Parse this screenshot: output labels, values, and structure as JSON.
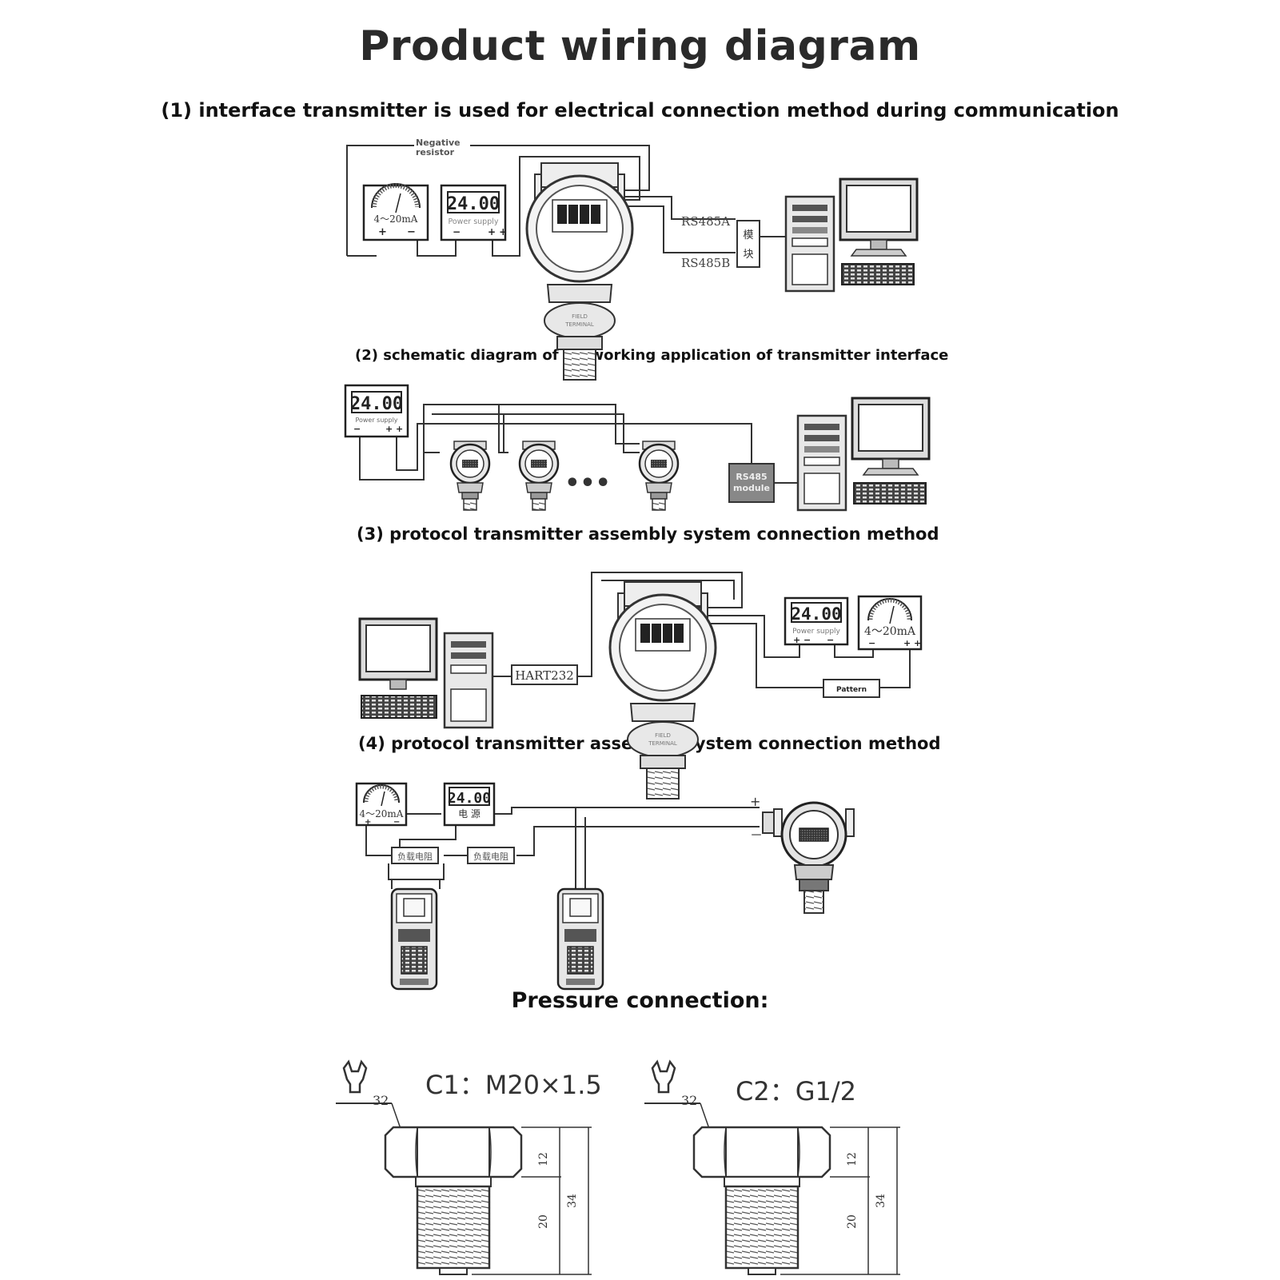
{
  "title": "Product wiring diagram",
  "sections": {
    "s1": "(1) interface transmitter is used for electrical connection method during communication",
    "s2": "(2) schematic diagram of networking application of transmitter interface",
    "s3": "(3) protocol transmitter assembly system connection method",
    "s4": "(4) protocol transmitter assembly system connection method",
    "s5": "Pressure connection:"
  },
  "diagram1": {
    "negative_resistor": [
      "Negative",
      "resistor"
    ],
    "meter": "4～20mA",
    "display": "24.00",
    "power_supply": "Power supply",
    "rs485a": "RS485A",
    "rs485b": "RS485B",
    "module": [
      "模",
      "块"
    ],
    "gauge_text": [
      "FIELD",
      "TERMINAL"
    ]
  },
  "diagram2": {
    "display": "24.00",
    "power_supply": "Power supply",
    "ellipsis": "•••",
    "rs485_module": [
      "RS485",
      "module"
    ]
  },
  "diagram3": {
    "hart": "HART232",
    "display": "24.00",
    "power_supply": "Power supply",
    "meter": "4～20mA",
    "pattern": "Pattern",
    "gauge_text": [
      "FIELD",
      "TERMINAL"
    ]
  },
  "diagram4": {
    "meter": "4～20mA",
    "display": "24.00",
    "power_label": "电  源",
    "resistor1": "负载电阻",
    "resistor2": "负载电阻",
    "plus": "+",
    "minus": "－"
  },
  "pressure": {
    "c1": "C1：M20×1.5",
    "c2": "C2：G1/2",
    "wrench": "32",
    "dims": [
      "12",
      "20",
      "34"
    ]
  }
}
